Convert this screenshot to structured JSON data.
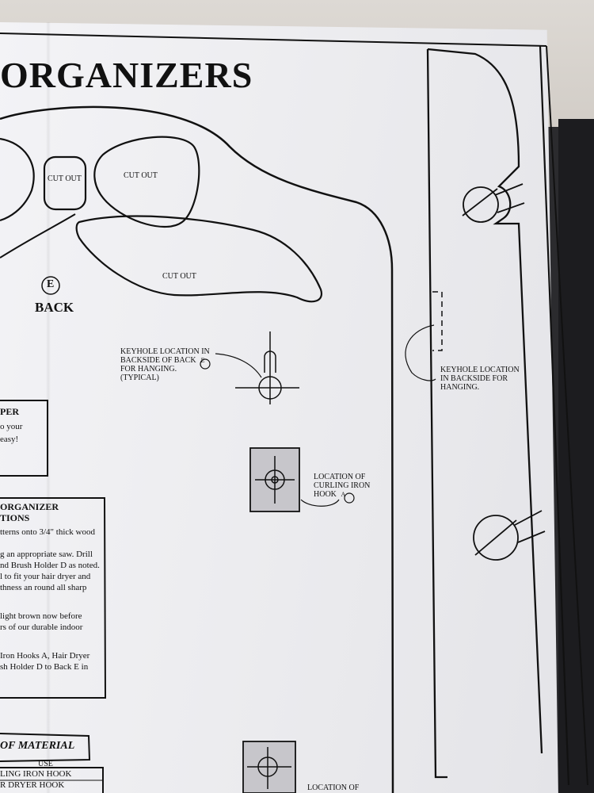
{
  "title": "ORGANIZERS",
  "cutouts": [
    "CUT OUT",
    "CUT OUT",
    "CUT OUT"
  ],
  "back_piece": {
    "letter": "E",
    "label": "BACK"
  },
  "keyhole_back": [
    "KEYHOLE LOCATION IN",
    "BACKSIDE OF BACK",
    "FOR HANGING.",
    "(TYPICAL)"
  ],
  "keyhole_back_letter": "E",
  "keyhole_side": [
    "KEYHOLE LOCATION",
    "IN BACKSIDE FOR",
    "HANGING."
  ],
  "curling_hook": [
    "LOCATION OF",
    "CURLING IRON",
    "HOOK"
  ],
  "curling_hook_letter": "A",
  "bottom_location": "LOCATION OF",
  "paper_box": {
    "title": "PER",
    "lines": [
      "o your",
      "easy!"
    ]
  },
  "instructions": {
    "title_lines": [
      "ORGANIZER",
      "TIONS"
    ],
    "lines": [
      "tterns onto 3/4\" thick wood",
      "",
      "g an appropriate saw.  Drill",
      "nd Brush Holder D as noted.",
      "l  to fit your hair dryer and",
      "thness an round all sharp",
      "",
      "light brown now before",
      "rs of our durable indoor",
      "",
      "Iron Hooks A, Hair Dryer",
      "sh Holder D to Back E in"
    ]
  },
  "materials": {
    "title": "OF MATERIAL",
    "header": "USE",
    "rows": [
      "LING IRON HOOK",
      "R DRYER HOOK"
    ]
  }
}
